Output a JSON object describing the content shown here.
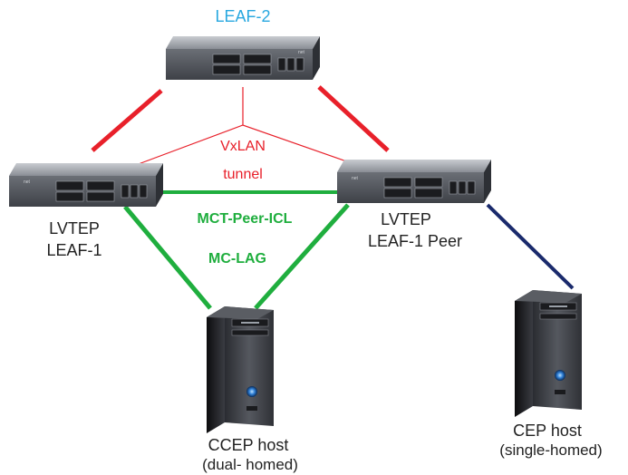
{
  "labels": {
    "leaf2": "LEAF-2",
    "leaf1_line1": "LVTEP",
    "leaf1_line2": "LEAF-1",
    "peer_line1": "LVTEP",
    "peer_line2": "LEAF-1 Peer",
    "vxlan": "VxLAN",
    "tunnel": "tunnel",
    "mct": "MCT-Peer-ICL",
    "mclag": "MC-LAG",
    "ccep_line1": "CCEP host",
    "ccep_line2": "(dual- homed)",
    "cep_line1": "CEP host",
    "cep_line2": "(single-homed)"
  },
  "colors": {
    "leaf2_label": "#29a8e0",
    "vxlan": "#e8202a",
    "green_links": "#1fae3e",
    "navy_link": "#1a2a6c",
    "dark_text": "#222222"
  }
}
